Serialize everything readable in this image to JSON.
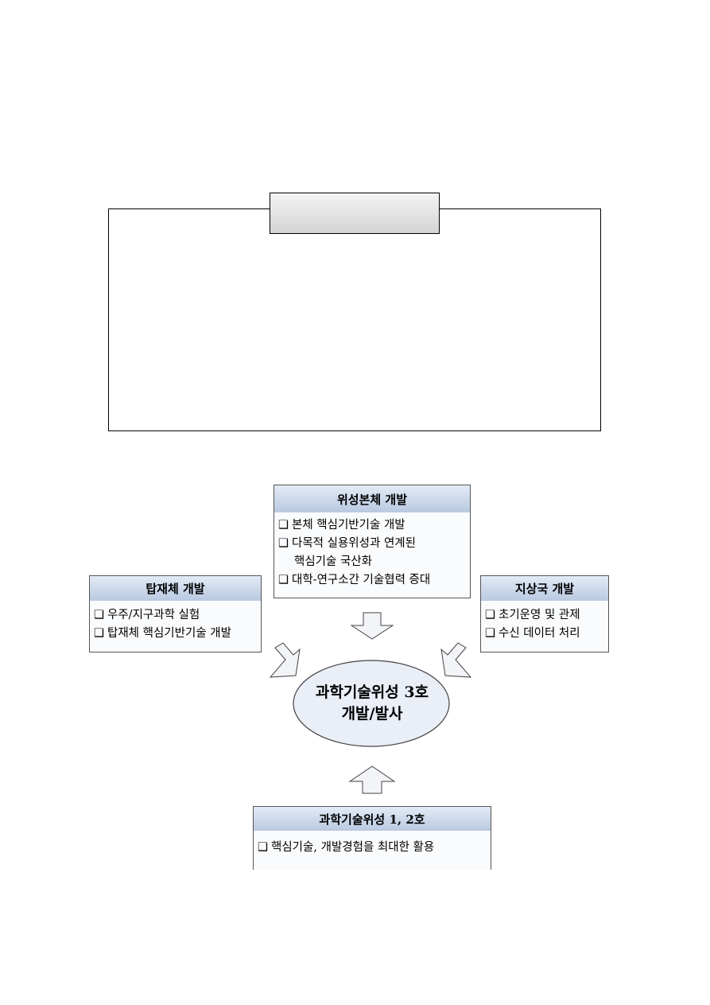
{
  "diagram": {
    "center": {
      "line1": "과학기술위성 3호",
      "line2": "개발/발사"
    },
    "top": {
      "title": "위성본체 개발",
      "items": [
        {
          "marker": "❑",
          "text": "본체 핵심기반기술 개발"
        },
        {
          "marker": "❑",
          "text": "다목적 실용위성과 연계된",
          "cont": "핵심기술 국산화"
        },
        {
          "marker": "❑",
          "text": "대학-연구소간 기술협력 증대"
        }
      ]
    },
    "left": {
      "title": "탑재체 개발",
      "items": [
        {
          "marker": "❑",
          "text": "우주/지구과학 실험"
        },
        {
          "marker": "❑",
          "text": "탑재체 핵심기반기술 개발"
        }
      ]
    },
    "right": {
      "title": "지상국 개발",
      "items": [
        {
          "marker": "❑",
          "text": "초기운영 및 관제"
        },
        {
          "marker": "❑",
          "text": "수신 데이터 처리"
        }
      ]
    },
    "bottom": {
      "title": "과학기술위성 1, 2호",
      "items": [
        {
          "marker": "❑",
          "text": "핵심기술, 개발경험을 최대한 활용"
        }
      ]
    },
    "colors": {
      "header_top": "#e3ebf6",
      "header_bottom": "#b9c9e1",
      "ellipse_fill": "#e9eef7",
      "arrow_fill": "#f2f4f8"
    }
  }
}
